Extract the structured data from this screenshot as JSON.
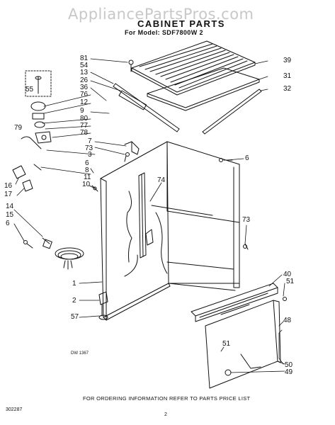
{
  "watermark": "AppliancePartsPros.com",
  "header": {
    "title": "CABINET PARTS",
    "model_line": "For Model: SDF7800W 2"
  },
  "callouts": {
    "c81": "81",
    "c54": "54",
    "c13": "13",
    "c26": "26",
    "c36": "36",
    "c76": "76",
    "c12": "12",
    "c9": "9",
    "c80": "80",
    "c77": "77",
    "c78": "78",
    "c55": "55",
    "c79": "79",
    "c7": "7",
    "c73a": "73",
    "c3": "3",
    "c6a": "6",
    "c8": "8",
    "c11": "11",
    "c10": "10",
    "c16": "16",
    "c17": "17",
    "c14": "14",
    "c15": "15",
    "c6b": "6",
    "c39": "39",
    "c31": "31",
    "c32": "32",
    "c6c": "6",
    "c74": "74",
    "c73b": "73",
    "c40": "40",
    "c51a": "51",
    "c1": "1",
    "c2": "2",
    "c57": "57",
    "c48": "48",
    "c51b": "51",
    "c50": "50",
    "c49": "49"
  },
  "illustration_code": "DW 1367",
  "footer": {
    "ordering_note": "FOR ORDERING INFORMATION REFER TO PARTS PRICE LIST",
    "catalog_number": "302287",
    "page_number": "2"
  }
}
